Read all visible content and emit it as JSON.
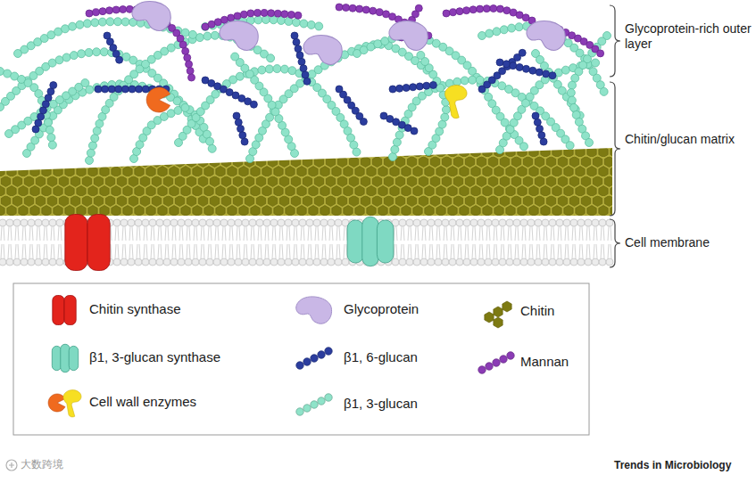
{
  "diagram": {
    "labels": [
      "Glycoprotein-rich outer layer",
      "Chitin/glucan matrix",
      "Cell membrane",
      "大数跨境",
      "Trends in Microbiology"
    ],
    "legend": [
      {
        "text": "Chitin synthase",
        "color": "#e3241c"
      },
      {
        "text": "β1, 3-glucan synthase",
        "color": "#7fd9c2"
      },
      {
        "text": "Cell wall enzymes"
      },
      {
        "text": "Glycoprotein",
        "color": "#c9b7e6"
      },
      {
        "text": "β1, 6-glucan",
        "color": "#2b3d9e"
      },
      {
        "text": "β1, 3-glucan",
        "color": "#8fe3c9"
      },
      {
        "text": "Chitin",
        "color": "#7d7a12"
      },
      {
        "text": "Mannan",
        "color": "#8b3bb5"
      }
    ]
  }
}
